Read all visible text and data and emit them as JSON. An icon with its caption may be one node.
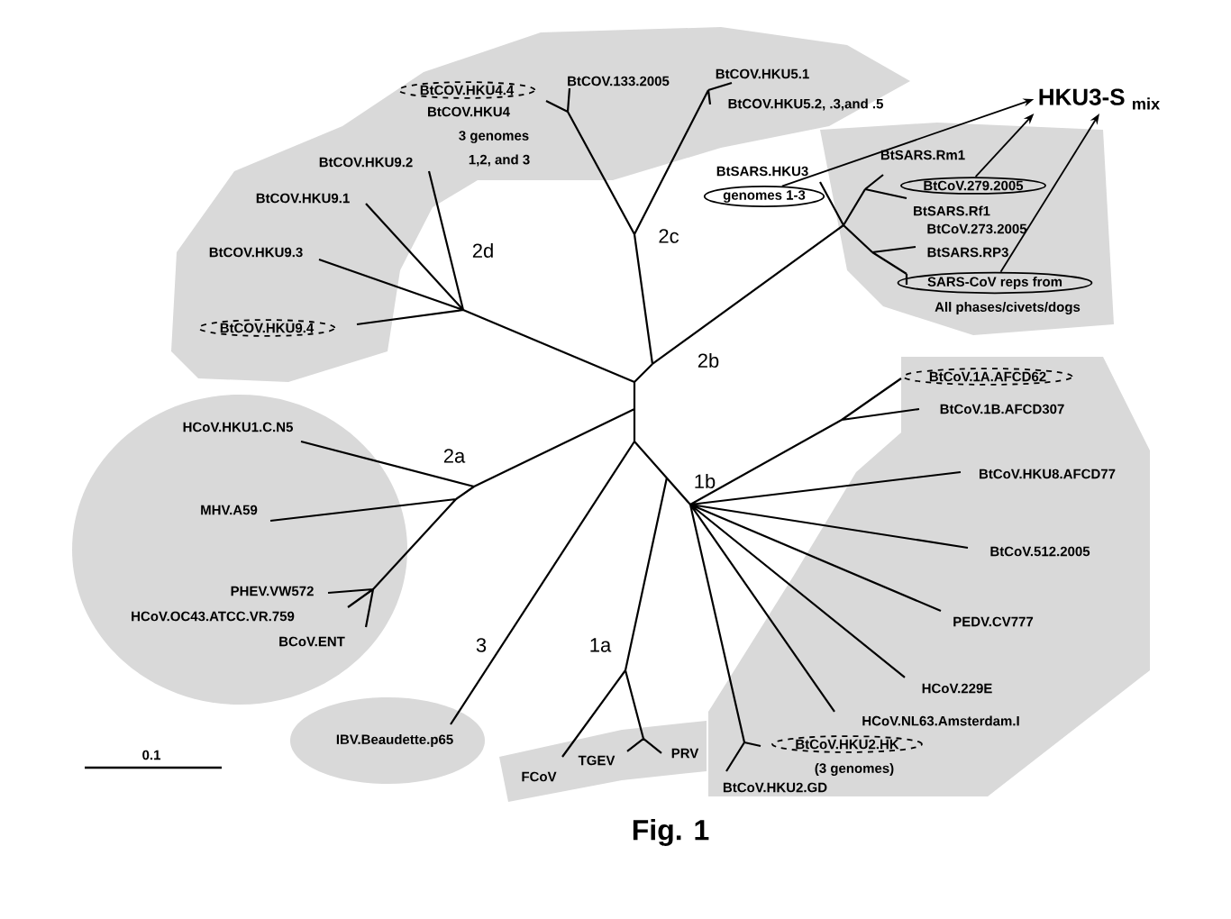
{
  "diagram": {
    "caption": "Fig. 1",
    "nodes": [
      {
        "text": [
          "BtCOV.HKU4.4"
        ]
      },
      {
        "text": [
          "BtCOV.HKU9.4"
        ]
      },
      {
        "text": [
          "BtSARS.HKU3",
          "genomes 1-3"
        ]
      },
      {
        "text": [
          "BtCoV.279.2005"
        ]
      },
      {
        "text": [
          "SARS-CoV reps from",
          "All phases/civets/dogs"
        ]
      },
      {
        "text": [
          "BtCoV.1A.AFCD62"
        ]
      },
      {
        "text": [
          "BtCoV.HKU2.HK",
          "(3 genomes)"
        ]
      },
      {
        "text": [
          "HKU3-S $_{mix}$"
        ]
      }
    ],
    "edges": [
      {
        "from": 2,
        "to": 7,
        "arrow": "to"
      },
      {
        "from": 3,
        "to": 7,
        "arrow": "to"
      },
      {
        "from": 4,
        "to": 7,
        "arrow": "to"
      }
    ],
    "labels": [
      "BtCOV.133.2005",
      "BtCOV.HKU4",
      "3 genomes",
      "1,2, and 3",
      "BtCOV.HKU5.1",
      "BtCOV.HKU5.2, .3,and .5",
      "BtSARS.Rm1",
      "BtSARS.Rf1",
      "BtCoV.273.2005",
      "BtSARS.RP3",
      "BtCOV.HKU9.2",
      "BtCOV.HKU9.1",
      "BtCOV.HKU9.3",
      "2d",
      "2c",
      "2b",
      "2a",
      "HCoV.HKU1.C.N5",
      "MHV.A59",
      "PHEV.VW572",
      "HCoV.OC43.ATCC.VR.759",
      "BCoV.ENT",
      "1b",
      "BtCoV.1B.AFCD307",
      "BtCoV.HKU8.AFCD77",
      "BtCoV.512.2005",
      "PEDV.CV777",
      "HCoV.229E",
      "HCoV.NL63.Amsterdam.I",
      "3",
      "1a",
      "IBV.Beaudette.p65",
      "FCoV",
      "TGEV",
      "PRV",
      "BtCoV.HKU2.GD",
      "0.1"
    ]
  }
}
